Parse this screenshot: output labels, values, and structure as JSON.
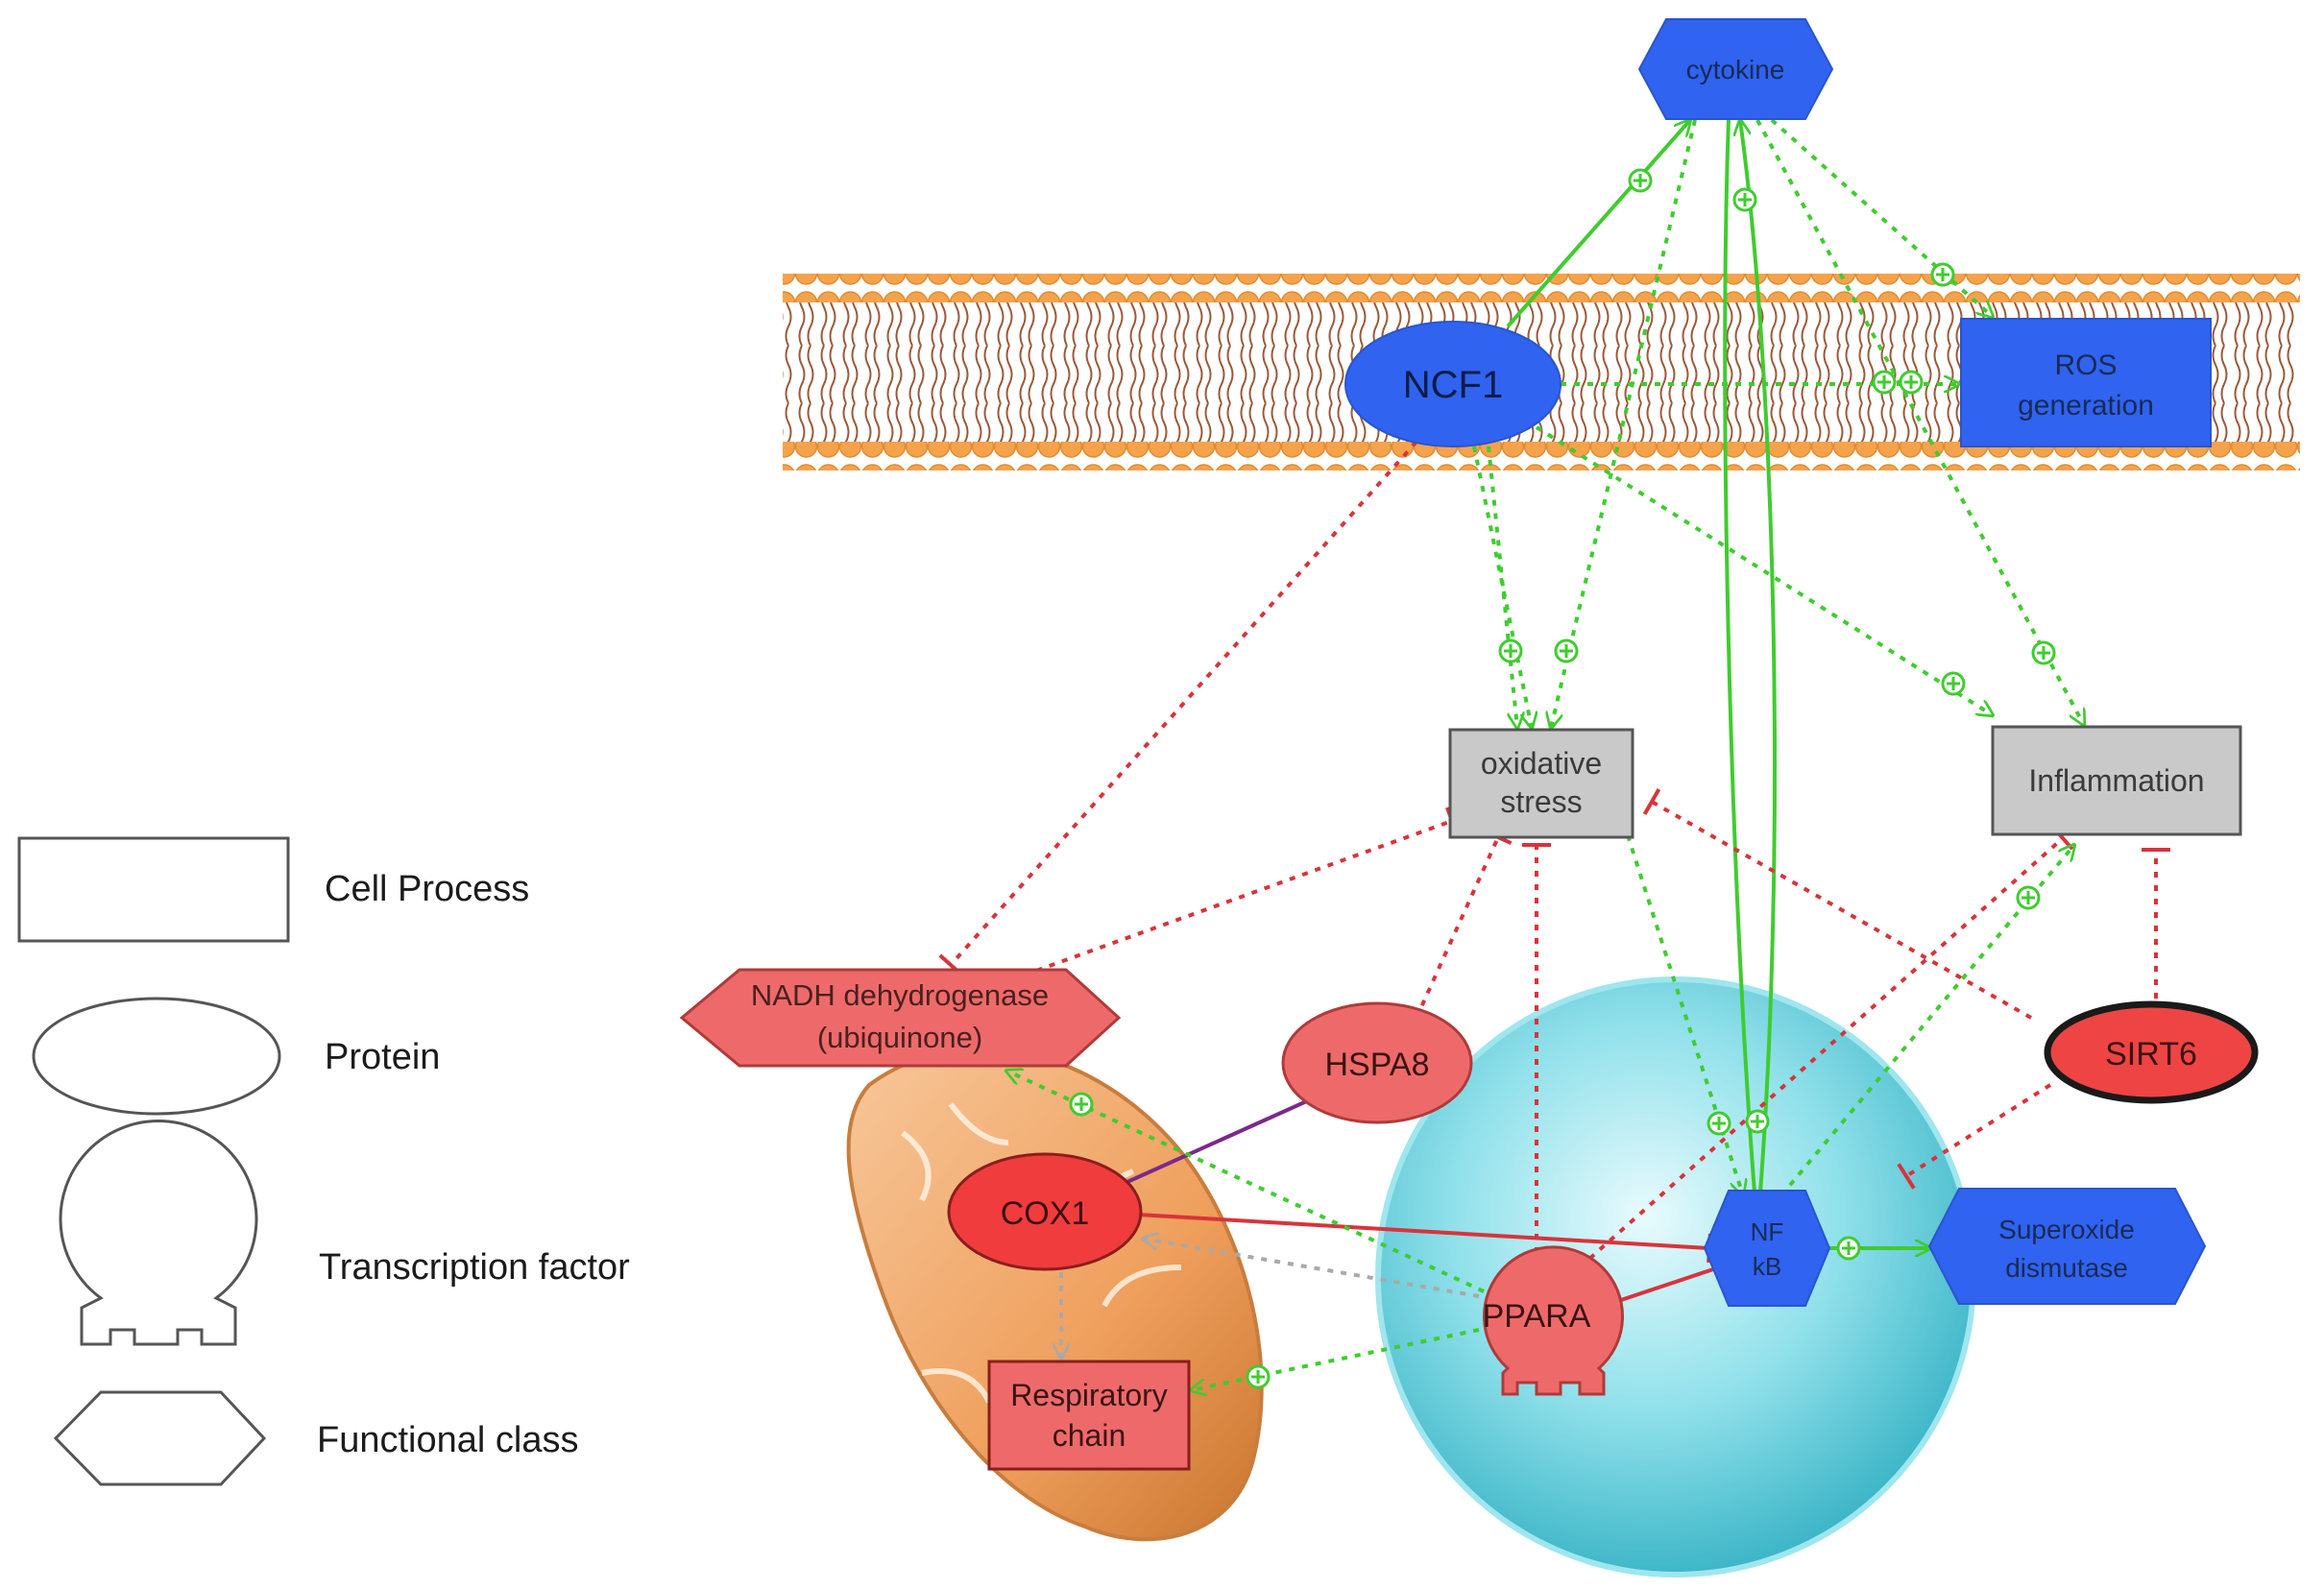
{
  "nodes": {
    "cytokine": "cytokine",
    "ncf1": "NCF1",
    "ros_line1": "ROS",
    "ros_line2": "generation",
    "oxidative_line1": "oxidative",
    "oxidative_line2": "stress",
    "inflammation": "Inflammation",
    "nadh_line1": "NADH dehydrogenase",
    "nadh_line2": "(ubiquinone)",
    "hspa8": "HSPA8",
    "sirt6": "SIRT6",
    "cox1": "COX1",
    "nfkb_line1": "NF",
    "nfkb_line2": "kB",
    "sod_line1": "Superoxide",
    "sod_line2": "dismutase",
    "ppara": "PPARA",
    "resp_line1": "Respiratory",
    "resp_line2": "chain"
  },
  "legend": {
    "cell_process": "Cell Process",
    "protein": "Protein",
    "transcription_factor": "Transcription factor",
    "functional_class": "Functional class"
  },
  "colors": {
    "blue_node": "#2f63f0",
    "red_node": "#ee6a6a",
    "bright_red_node": "#f03c3c",
    "gray_node": "#c9c9c9",
    "activation": "#3fcc2f",
    "inhibition": "#d9333a",
    "unknown": "#a9a9a9",
    "binding": "#7a2a8a",
    "membrane": "#f3a24a",
    "nucleus": "#7fd9e6",
    "mitochondrion": "#f2a866"
  }
}
